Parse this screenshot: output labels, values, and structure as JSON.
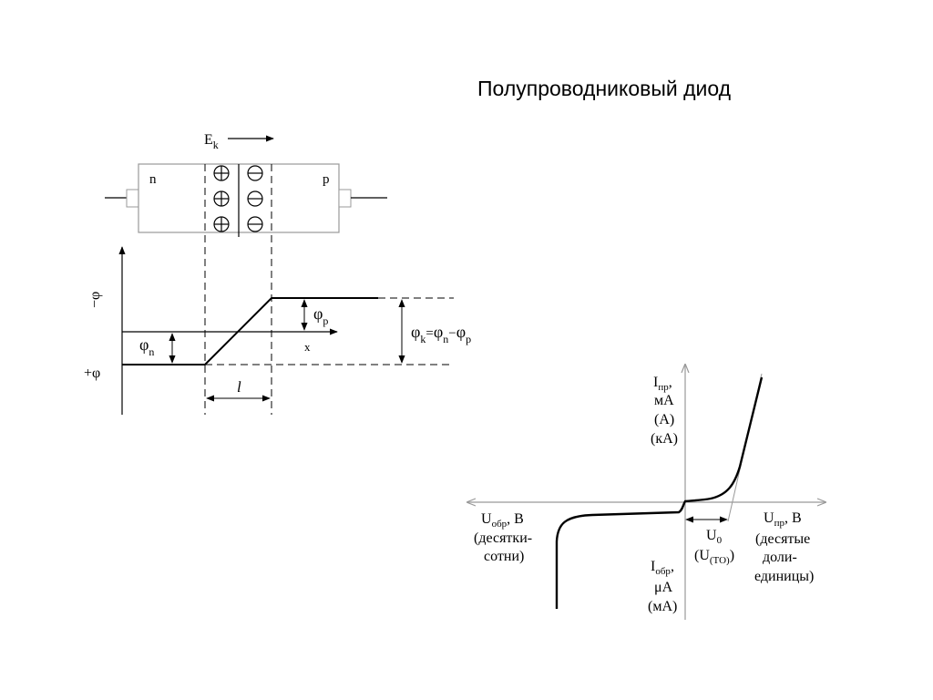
{
  "title": "Полупроводниковый диод",
  "junction": {
    "field_label_main": "E",
    "field_label_sub": "k",
    "n_region": "n",
    "p_region": "p"
  },
  "potential": {
    "minus_phi": "−φ",
    "plus_phi": "+φ",
    "phi_n_main": "φ",
    "phi_n_sub": "n",
    "phi_p_main": "φ",
    "phi_p_sub": "p",
    "phi_k_parts": [
      "φ",
      "k",
      "=",
      "φ",
      "n",
      "−",
      "φ",
      "p"
    ],
    "x_axis": "x",
    "width": "l"
  },
  "iv": {
    "i_forward_main": "I",
    "i_forward_sub": "пр",
    "i_forward_line2": "мА",
    "i_forward_line3": "(А)",
    "i_forward_line4": "(кА)",
    "u_reverse_main": "U",
    "u_reverse_sub": "обр",
    "u_reverse_unit": ", В",
    "u_reverse_line2": "(десятки-",
    "u_reverse_line3": "сотни)",
    "u_forward_main": "U",
    "u_forward_sub": "пр",
    "u_forward_unit": ", В",
    "u_forward_line2": "(десятые",
    "u_forward_line3": "доли-",
    "u_forward_line4": "единицы)",
    "u0_main": "U",
    "u0_sub": "0",
    "u_to_prefix": "(U",
    "u_to_sub": "(TO)",
    "u_to_suffix": ")",
    "i_reverse_main": "I",
    "i_reverse_sub": "обр",
    "i_reverse_line2": "μA",
    "i_reverse_line3": "(мА)"
  }
}
